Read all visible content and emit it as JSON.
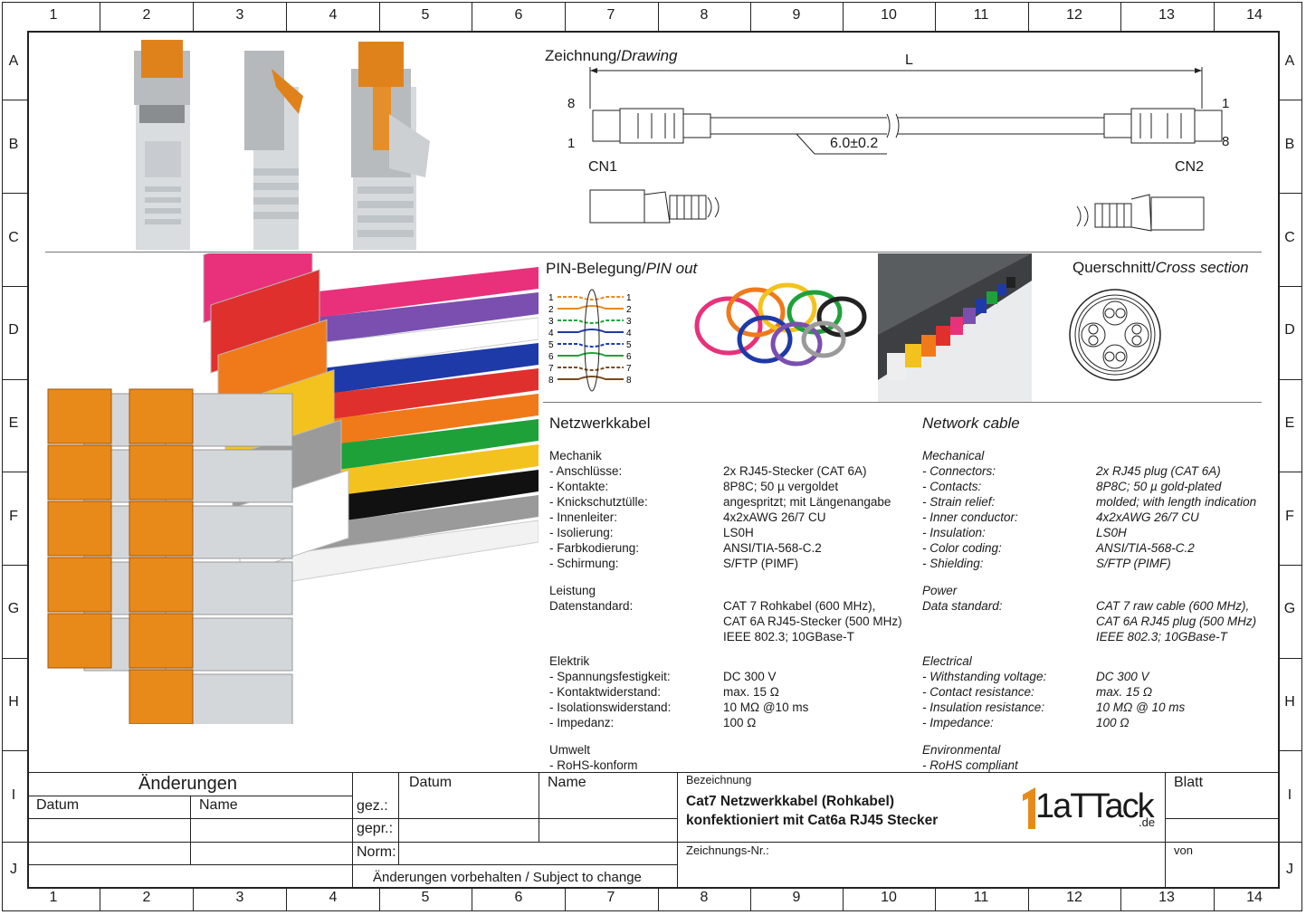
{
  "grid": {
    "columns": [
      "1",
      "2",
      "3",
      "4",
      "5",
      "6",
      "7",
      "8",
      "9",
      "10",
      "11",
      "12",
      "13",
      "14"
    ],
    "rows": [
      "A",
      "B",
      "C",
      "D",
      "E",
      "F",
      "G",
      "H",
      "I",
      "J"
    ]
  },
  "drawing": {
    "title_de": "Zeichnung/",
    "title_en": "Drawing",
    "length_label": "L",
    "diameter_label": "6.0±0.2",
    "cn1": "CN1",
    "cn2": "CN2",
    "pin_8_left": "8",
    "pin_1_left": "1",
    "pin_1_right": "1",
    "pin_8_right": "8"
  },
  "pinout": {
    "title_de": "PIN-Belegung/",
    "title_en": "PIN out",
    "pins": [
      "1",
      "2",
      "3",
      "4",
      "5",
      "6",
      "7",
      "8"
    ]
  },
  "cross_section": {
    "title_de": "Querschnitt/",
    "title_en": "Cross section"
  },
  "specs_de": {
    "title": "Netzwerkkabel",
    "groups": [
      {
        "heading": "Mechanik",
        "rows": [
          {
            "label": "- Anschlüsse:",
            "value": "2x RJ45-Stecker (CAT 6A)"
          },
          {
            "label": "- Kontakte:",
            "value": "8P8C; 50 µ vergoldet"
          },
          {
            "label": "- Knickschutztülle:",
            "value": "angespritzt; mit Längenangabe"
          },
          {
            "label": "- Innenleiter:",
            "value": "4x2xAWG 26/7 CU"
          },
          {
            "label": "- Isolierung:",
            "value": "LS0H"
          },
          {
            "label": "- Farbkodierung:",
            "value": "ANSI/TIA-568-C.2"
          },
          {
            "label": "- Schirmung:",
            "value": "S/FTP (PIMF)"
          }
        ]
      },
      {
        "heading": "Leistung",
        "rows": [
          {
            "label": "Datenstandard:",
            "value": "CAT 7 Rohkabel (600 MHz),"
          },
          {
            "label": "",
            "value": "CAT 6A RJ45-Stecker (500 MHz)"
          },
          {
            "label": "",
            "value": "IEEE 802.3; 10GBase-T"
          }
        ]
      },
      {
        "heading": "Elektrik",
        "rows": [
          {
            "label": "- Spannungsfestigkeit:",
            "value": "DC 300 V"
          },
          {
            "label": "- Kontaktwiderstand:",
            "value": "max. 15 Ω"
          },
          {
            "label": "- Isolationswiderstand:",
            "value": "10 MΩ @10 ms"
          },
          {
            "label": "- Impedanz:",
            "value": "100 Ω"
          }
        ]
      },
      {
        "heading": "Umwelt",
        "rows": [
          {
            "label": "- RoHS-konform",
            "value": ""
          }
        ]
      }
    ]
  },
  "specs_en": {
    "title": "Network cable",
    "groups": [
      {
        "heading": "Mechanical",
        "rows": [
          {
            "label": "- Connectors:",
            "value": "2x RJ45 plug (CAT 6A)"
          },
          {
            "label": "- Contacts:",
            "value": "8P8C; 50 µ gold-plated"
          },
          {
            "label": "- Strain relief:",
            "value": "molded; with length indication"
          },
          {
            "label": "- Inner conductor:",
            "value": "4x2xAWG 26/7 CU"
          },
          {
            "label": "- Insulation:",
            "value": "LS0H"
          },
          {
            "label": "- Color coding:",
            "value": "ANSI/TIA-568-C.2"
          },
          {
            "label": "- Shielding:",
            "value": "S/FTP (PIMF)"
          }
        ]
      },
      {
        "heading": "Power",
        "rows": [
          {
            "label": "Data standard:",
            "value": "CAT 7 raw cable (600 MHz),"
          },
          {
            "label": "",
            "value": "CAT 6A RJ45 plug (500 MHz)"
          },
          {
            "label": "",
            "value": "IEEE 802.3; 10GBase-T"
          }
        ]
      },
      {
        "heading": "Electrical",
        "rows": [
          {
            "label": "- Withstanding voltage:",
            "value": "DC 300 V"
          },
          {
            "label": "- Contact resistance:",
            "value": "max. 15 Ω"
          },
          {
            "label": "- Insulation resistance:",
            "value": "10 MΩ @ 10 ms"
          },
          {
            "label": "- Impedance:",
            "value": "100 Ω"
          }
        ]
      },
      {
        "heading": "Environmental",
        "rows": [
          {
            "label": "- RoHS compliant",
            "value": ""
          }
        ]
      }
    ]
  },
  "title_block": {
    "changes": "Änderungen",
    "datum_left": "Datum",
    "name_left": "Name",
    "datum": "Datum",
    "name": "Name",
    "gez": "gez.:",
    "gepr": "gepr.:",
    "norm": "Norm:",
    "subject": "Änderungen vorbehalten / Subject to change",
    "bezeichnung": "Bezeichnung",
    "product_line1": "Cat7 Netzwerkkabel (Rohkabel)",
    "product_line2": "konfektioniert mit Cat6a RJ45 Stecker",
    "zeichnungs_nr": "Zeichnungs-Nr.:",
    "blatt": "Blatt",
    "von": "von",
    "logo_main": "1aTTack",
    "logo_suffix": ".de"
  },
  "colors": {
    "cables": [
      "#e8317a",
      "#7a4fb0",
      "#ffffff",
      "#1e3aa8",
      "#e0302e",
      "#f07a1a",
      "#1fa13a",
      "#f4c21e",
      "#111111",
      "#9a9a9a",
      "#f2f2f2"
    ],
    "plug_orange": "#e88a1a"
  }
}
